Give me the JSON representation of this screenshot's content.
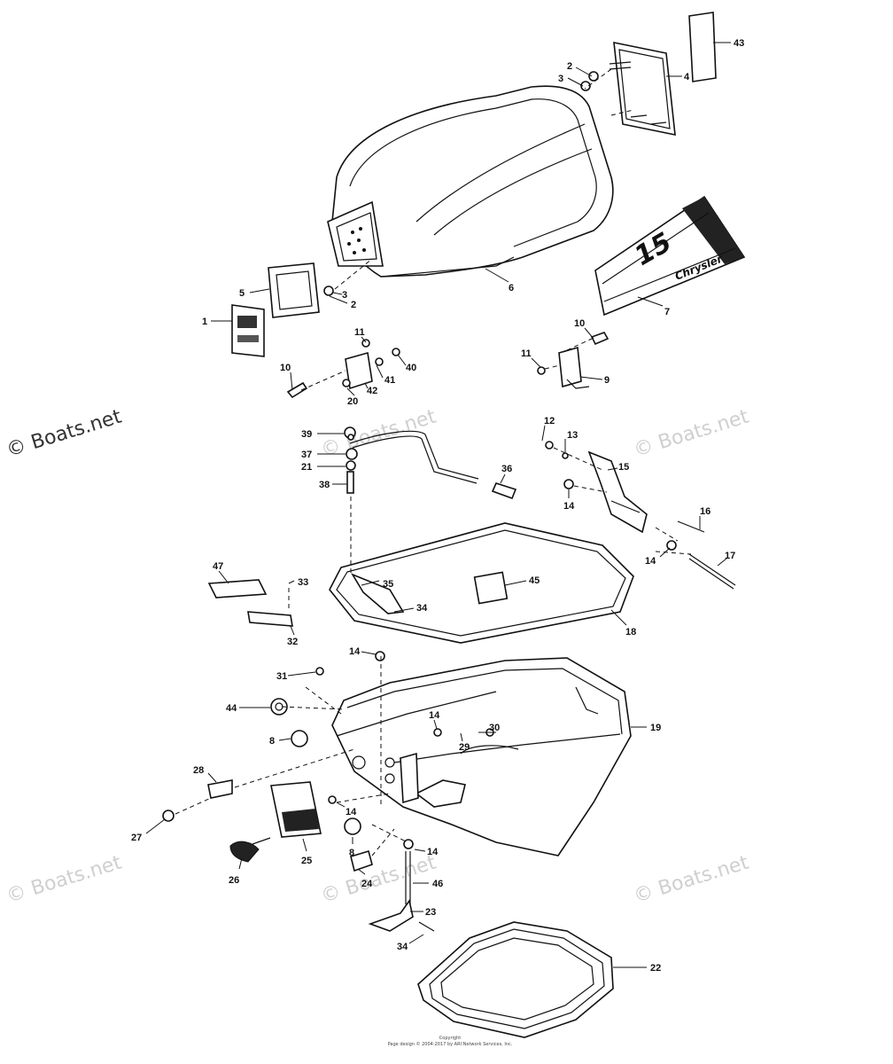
{
  "watermarks": {
    "main": "© Boats.net",
    "faint": "© Boats.net"
  },
  "decal": {
    "model_number": "15",
    "brand": "Chrysler"
  },
  "footer": {
    "line1": "Copyright",
    "line2": "Page design © 2004-2017 by ARI Network Services, Inc."
  },
  "callouts": [
    {
      "id": "c1",
      "text": "1"
    },
    {
      "id": "c2a",
      "text": "2"
    },
    {
      "id": "c3a",
      "text": "3"
    },
    {
      "id": "c4",
      "text": "4"
    },
    {
      "id": "c43",
      "text": "43"
    },
    {
      "id": "c5",
      "text": "5"
    },
    {
      "id": "c3b",
      "text": "3"
    },
    {
      "id": "c2b",
      "text": "2"
    },
    {
      "id": "c6",
      "text": "6"
    },
    {
      "id": "c7",
      "text": "7"
    },
    {
      "id": "c10a",
      "text": "10"
    },
    {
      "id": "c11a",
      "text": "11"
    },
    {
      "id": "c9",
      "text": "9"
    },
    {
      "id": "c11b",
      "text": "11"
    },
    {
      "id": "c10b",
      "text": "10"
    },
    {
      "id": "c40",
      "text": "40"
    },
    {
      "id": "c41",
      "text": "41"
    },
    {
      "id": "c42",
      "text": "42"
    },
    {
      "id": "c20",
      "text": "20"
    },
    {
      "id": "c39",
      "text": "39"
    },
    {
      "id": "c37",
      "text": "37"
    },
    {
      "id": "c21",
      "text": "21"
    },
    {
      "id": "c38",
      "text": "38"
    },
    {
      "id": "c36",
      "text": "36"
    },
    {
      "id": "c12",
      "text": "12"
    },
    {
      "id": "c13",
      "text": "13"
    },
    {
      "id": "c15",
      "text": "15"
    },
    {
      "id": "c14a",
      "text": "14"
    },
    {
      "id": "c16",
      "text": "16"
    },
    {
      "id": "c14b",
      "text": "14"
    },
    {
      "id": "c17",
      "text": "17"
    },
    {
      "id": "c47",
      "text": "47"
    },
    {
      "id": "c33",
      "text": "33"
    },
    {
      "id": "c35",
      "text": "35"
    },
    {
      "id": "c45",
      "text": "45"
    },
    {
      "id": "c34a",
      "text": "34"
    },
    {
      "id": "c32",
      "text": "32"
    },
    {
      "id": "c18",
      "text": "18"
    },
    {
      "id": "c14c",
      "text": "14"
    },
    {
      "id": "c31",
      "text": "31"
    },
    {
      "id": "c44",
      "text": "44"
    },
    {
      "id": "c14d",
      "text": "14"
    },
    {
      "id": "c30",
      "text": "30"
    },
    {
      "id": "c19",
      "text": "19"
    },
    {
      "id": "c8a",
      "text": "8"
    },
    {
      "id": "c29",
      "text": "29"
    },
    {
      "id": "c28",
      "text": "28"
    },
    {
      "id": "c14e",
      "text": "14"
    },
    {
      "id": "c27",
      "text": "27"
    },
    {
      "id": "c8b",
      "text": "8"
    },
    {
      "id": "c14f",
      "text": "14"
    },
    {
      "id": "c26",
      "text": "26"
    },
    {
      "id": "c25",
      "text": "25"
    },
    {
      "id": "c24",
      "text": "24"
    },
    {
      "id": "c46",
      "text": "46"
    },
    {
      "id": "c23",
      "text": "23"
    },
    {
      "id": "c34b",
      "text": "34"
    },
    {
      "id": "c22",
      "text": "22"
    }
  ]
}
